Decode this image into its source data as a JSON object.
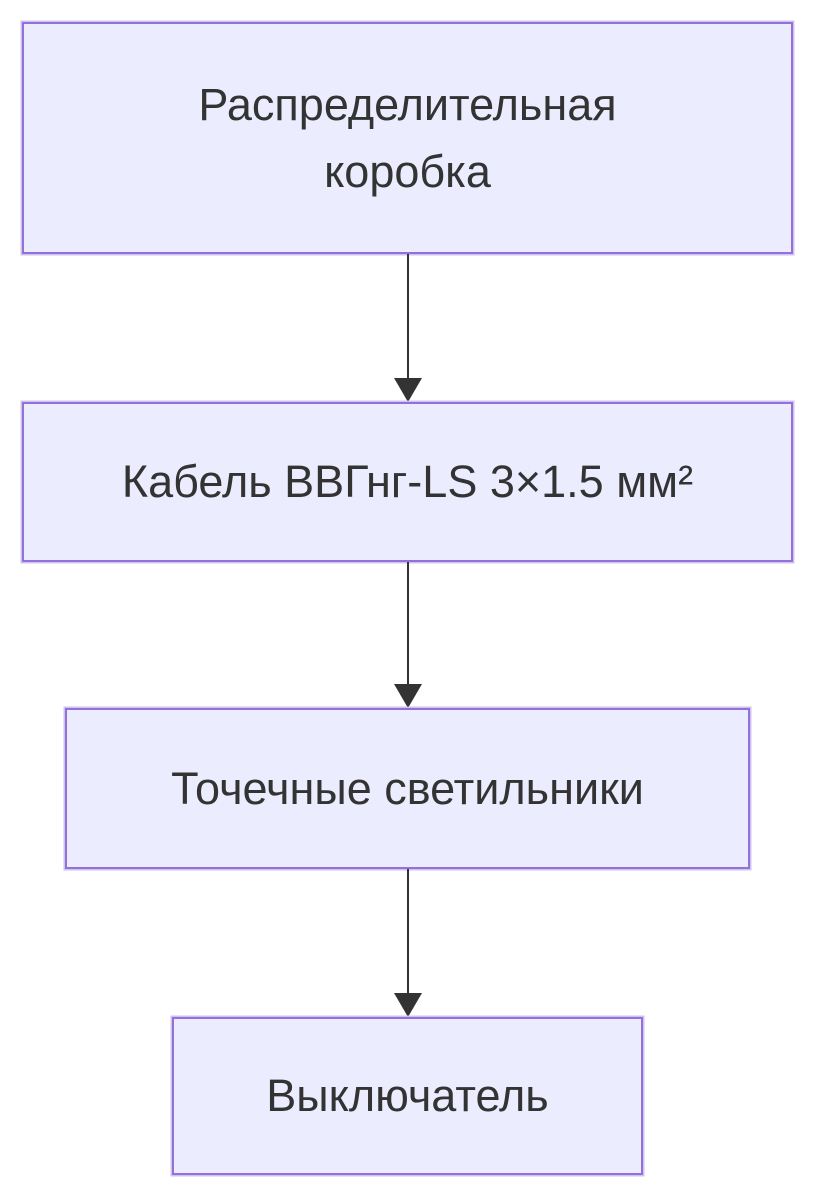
{
  "diagram": {
    "kind": "flowchart",
    "direction": "top-down",
    "nodes": [
      {
        "id": "distribution-box",
        "lines": [
          "Распределительная",
          "коробка"
        ],
        "label": "Распределительная коробка"
      },
      {
        "id": "cable",
        "lines": [
          "Кабель ВВГнг-LS 3×1.5 мм²"
        ],
        "label": "Кабель ВВГнг-LS 3×1.5 мм²"
      },
      {
        "id": "spotlights",
        "lines": [
          "Точечные светильники"
        ],
        "label": "Точечные светильники"
      },
      {
        "id": "switch",
        "lines": [
          "Выключатель"
        ],
        "label": "Выключатель"
      }
    ],
    "edges": [
      {
        "from": "distribution-box",
        "to": "cable",
        "arrow": "down"
      },
      {
        "from": "cable",
        "to": "spotlights",
        "arrow": "down"
      },
      {
        "from": "spotlights",
        "to": "switch",
        "arrow": "down"
      }
    ],
    "colors": {
      "node_fill": "#ECECFF",
      "node_border": "#9370DB",
      "node_border_halo": "#CFC3EE",
      "edge": "#333333",
      "text": "#333333",
      "background": "#FFFFFF"
    }
  }
}
